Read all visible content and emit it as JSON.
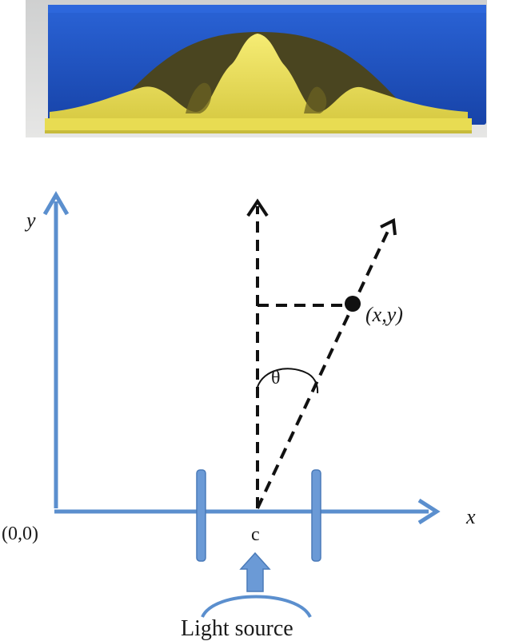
{
  "photo": {
    "subject": "3D printed wave intensity model",
    "colors": {
      "enclosure": "#1f55c8",
      "enclosure_dark": "#1744a6",
      "wave_body": "#efe25a",
      "wave_shadow": "#b8ad36",
      "background": "#d8d9d8"
    }
  },
  "diagram": {
    "colors": {
      "axis": "#5b8fce",
      "dashed": "#111111",
      "text": "#1a1a1a"
    },
    "labels": {
      "y_axis": "y",
      "x_axis": "x",
      "origin": "(0,0)",
      "center": "c",
      "angle": "θ",
      "point": "(x,y)",
      "light_source": "Light source"
    }
  }
}
